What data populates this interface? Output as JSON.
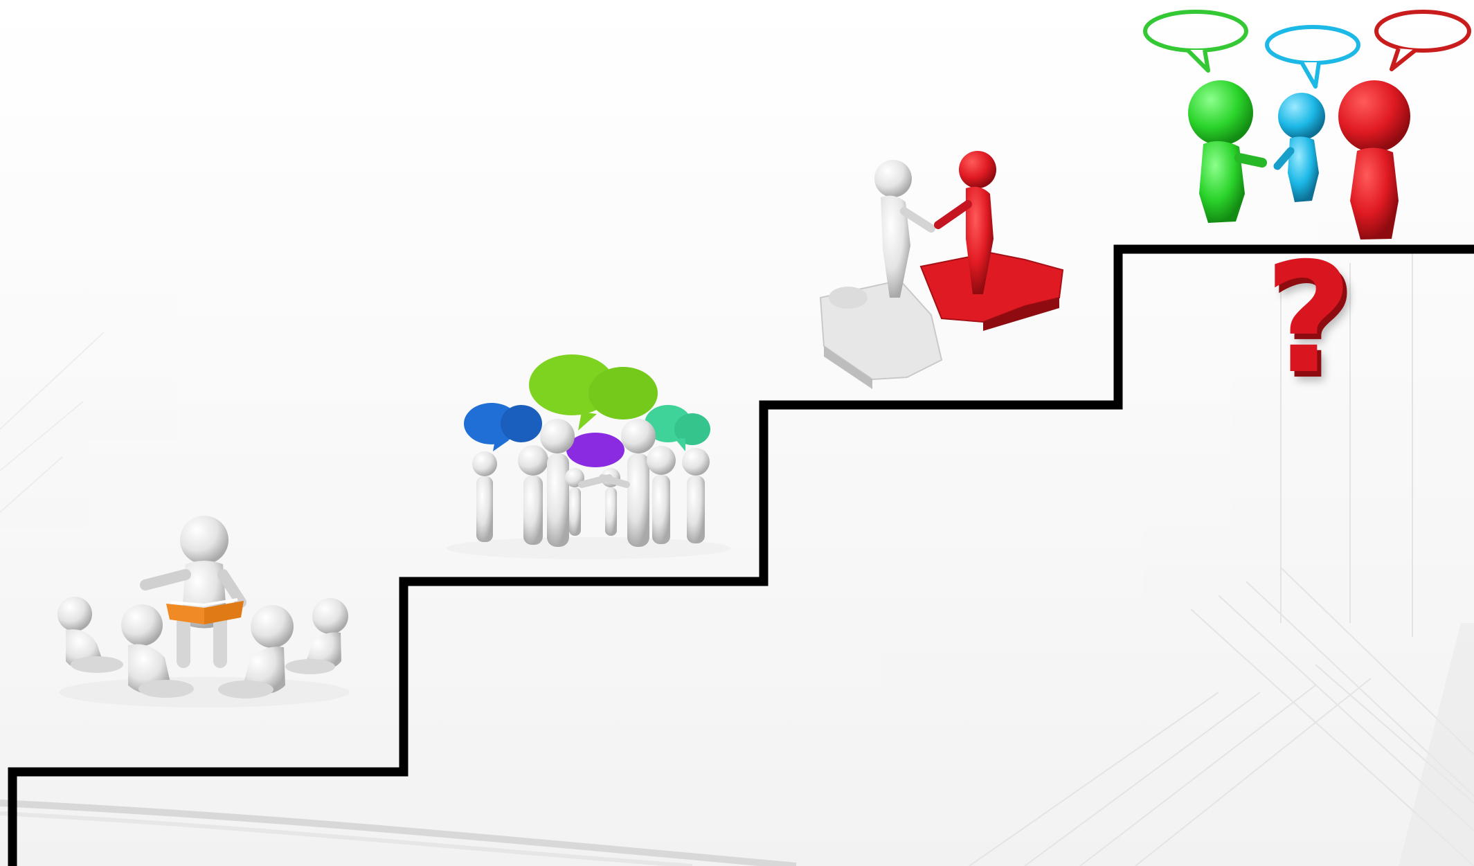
{
  "scene": {
    "steps": [
      {
        "name": "storytelling-group"
      },
      {
        "name": "discussion-crowd"
      },
      {
        "name": "handshake-puzzle"
      },
      {
        "name": "conversation-trio"
      }
    ],
    "question_mark": "?",
    "colors": {
      "stair_line": "#000000",
      "figure_white": "#e6e6e6",
      "red": "#e01a22",
      "green": "#2bd42b",
      "blue": "#1cb8e6",
      "bubble_green": "#7ed321",
      "bubble_blue": "#1f6fd6",
      "bubble_purple": "#8a2be2",
      "bubble_teal": "#3fd39a",
      "book_orange": "#f08a24"
    }
  }
}
